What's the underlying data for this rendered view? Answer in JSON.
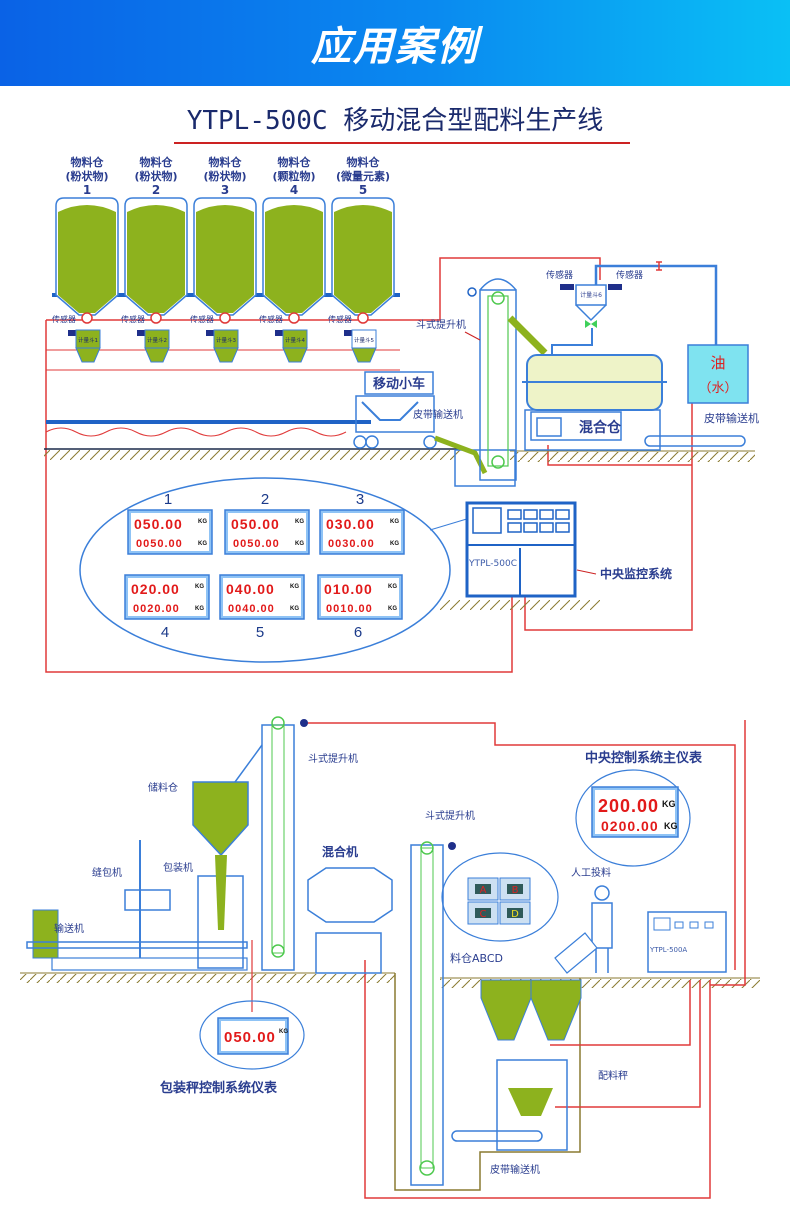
{
  "header": {
    "banner_title": "应用案例",
    "subtitle": "YTPL-500C 移动混合型配料生产线"
  },
  "colors": {
    "banner_start": "#0a62e6",
    "banner_end": "#0ac0f5",
    "line_blue": "#3b7fd9",
    "wire_red": "#e03a3a",
    "material_green": "#8db21e",
    "label_navy": "#2a3d8f",
    "digit_red": "#e21a1a"
  },
  "diagram1": {
    "silos": [
      {
        "title": "物料仓",
        "type": "(粉状物)",
        "num": "1",
        "hopper": "计量斗1"
      },
      {
        "title": "物料仓",
        "type": "(粉状物)",
        "num": "2",
        "hopper": "计量斗2"
      },
      {
        "title": "物料仓",
        "type": "(粉状物)",
        "num": "3",
        "hopper": "计量斗3"
      },
      {
        "title": "物料仓",
        "type": "(颗粒物)",
        "num": "4",
        "hopper": "计量斗4"
      },
      {
        "title": "物料仓",
        "type": "(微量元素)",
        "num": "5",
        "hopper": "计量斗5"
      }
    ],
    "sensor_label": "传感器",
    "cart_label": "移动小车",
    "belt_label_left": "皮带输送机",
    "elevator_label": "斗式提升机",
    "top_hopper_label": "计量斗6",
    "mixer_label": "混合仓",
    "tank_label_1": "油",
    "tank_label_2": "（水）",
    "belt_label_right": "皮带输送机",
    "controller_model": "YTPL-500C",
    "controller_label": "中央监控系统",
    "meters": [
      {
        "num": "1",
        "set": "050.00",
        "actual": "0050.00",
        "unit": "KG"
      },
      {
        "num": "2",
        "set": "050.00",
        "actual": "0050.00",
        "unit": "KG"
      },
      {
        "num": "3",
        "set": "030.00",
        "actual": "0030.00",
        "unit": "KG"
      },
      {
        "num": "4",
        "set": "020.00",
        "actual": "0020.00",
        "unit": "KG"
      },
      {
        "num": "5",
        "set": "040.00",
        "actual": "0040.00",
        "unit": "KG"
      },
      {
        "num": "6",
        "set": "010.00",
        "actual": "0010.00",
        "unit": "KG"
      }
    ]
  },
  "diagram2": {
    "elevator_label_1": "斗式提升机",
    "storage_label": "储料仓",
    "sewing_label": "缝包机",
    "packer_label": "包装机",
    "conveyor_label": "输送机",
    "mixer_label": "混合机",
    "elevator_label_2": "斗式提升机",
    "main_meter_title": "中央控制系统主仪表",
    "main_meter": {
      "set": "200.00",
      "actual": "0200.00",
      "unit": "KG"
    },
    "manual_label": "人工投料",
    "bins_label": "料仓ABCD",
    "bins": [
      "A",
      "B",
      "C",
      "D"
    ],
    "controller_model": "YTPL-500A",
    "scale_label": "配料秤",
    "belt_label": "皮带输送机",
    "pack_meter": {
      "value": "050.00",
      "unit": "KG"
    },
    "pack_meter_label": "包装秤控制系统仪表"
  }
}
